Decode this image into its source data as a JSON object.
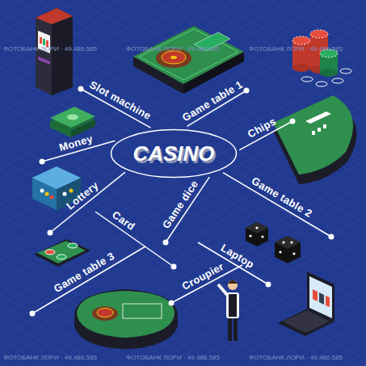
{
  "diagram": {
    "nodes": [
      {
        "text": [
          "CASINO"
        ]
      }
    ],
    "labels": [
      "Slot machine",
      "Game table 1",
      "Money",
      "Chips",
      "Game table 2",
      "Lottery",
      "Card",
      "Game dice",
      "Laptop",
      "Croupier",
      "Game table 3",
      "ФОТОБАНК ЛОРИ · 49.486.585",
      "ФОТОБАНК ЛОРИ · 49.486.585",
      "ФОТОБАНК ЛОРИ · 49.486.585",
      "ФОТОБАНК ЛОРИ · 49.486.585",
      "ФОТОБАНК ЛОРИ · 49.486.585",
      "ФОТОБАНК ЛОРИ · 49.486.585"
    ]
  }
}
